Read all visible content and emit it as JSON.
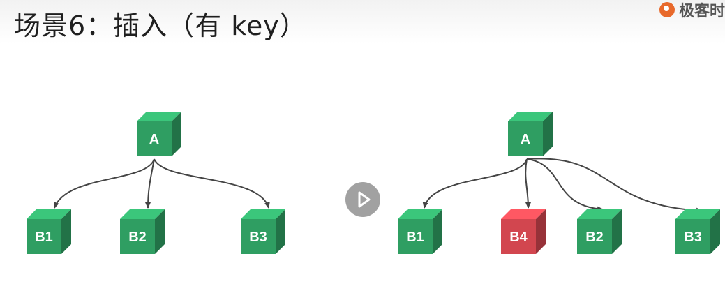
{
  "header": {
    "title": "场景6：插入（有 key）",
    "logo_text": "极客时"
  },
  "colors": {
    "node_green": "#2f9e62",
    "node_red": "#d2464f",
    "edge": "#444444"
  },
  "diagrams": [
    {
      "root": "A",
      "children": [
        "B1",
        "B2",
        "B3"
      ]
    },
    {
      "root": "A",
      "children": [
        "B1",
        "B4",
        "B2",
        "B3"
      ],
      "highlighted": "B4"
    }
  ]
}
